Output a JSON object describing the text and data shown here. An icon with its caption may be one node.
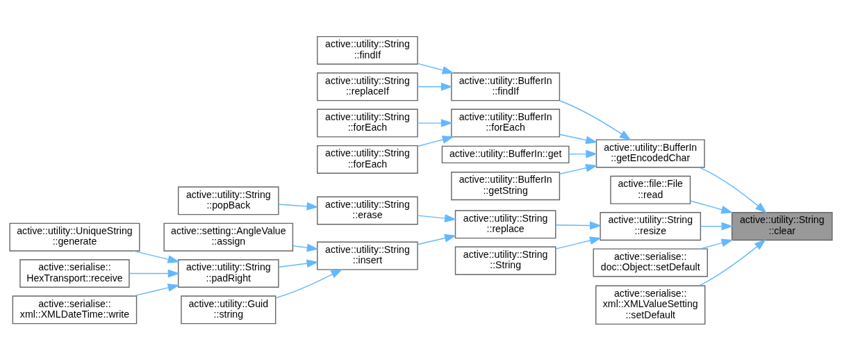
{
  "diagram": {
    "nodes": [
      {
        "text": [
          "active::utility::String ::clear"
        ]
      },
      {
        "text": [
          "active::utility::BufferIn ::getEncodedChar"
        ]
      },
      {
        "text": [
          "active::file::File ::read"
        ]
      },
      {
        "text": [
          "active::utility::String ::resize"
        ]
      },
      {
        "text": [
          "active::serialise:: doc::Object::setDefault"
        ]
      },
      {
        "text": [
          "active::serialise:: xml::XMLValueSetting ::setDefault"
        ]
      },
      {
        "text": [
          "active::utility::BufferIn ::findIf"
        ]
      },
      {
        "text": [
          "active::utility::BufferIn ::forEach"
        ]
      },
      {
        "text": [
          "active::utility::BufferIn::get"
        ]
      },
      {
        "text": [
          "active::utility::BufferIn ::getString"
        ]
      },
      {
        "text": [
          "active::utility::String ::replace"
        ]
      },
      {
        "text": [
          "active::utility::String ::String"
        ]
      },
      {
        "text": [
          "active::utility::String ::findIf"
        ]
      },
      {
        "text": [
          "active::utility::String ::replaceIf"
        ]
      },
      {
        "text": [
          "active::utility::String ::forEach"
        ]
      },
      {
        "text": [
          "active::utility::String ::forEach"
        ]
      },
      {
        "text": [
          "active::utility::String ::erase"
        ]
      },
      {
        "text": [
          "active::utility::String ::insert"
        ]
      },
      {
        "text": [
          "active::utility::String ::popBack"
        ]
      },
      {
        "text": [
          "active::setting::AngleValue ::assign"
        ]
      },
      {
        "text": [
          "active::utility::String ::padRight"
        ]
      },
      {
        "text": [
          "active::utility::Guid ::string"
        ]
      },
      {
        "text": [
          "active::utility::UniqueString ::generate"
        ]
      },
      {
        "text": [
          "active::serialise:: HexTransport::receive"
        ]
      },
      {
        "text": [
          "active::serialise:: xml::XMLDateTime::write"
        ]
      }
    ],
    "edges": [
      {
        "from": 1,
        "to": 0,
        "arrow": "to"
      },
      {
        "from": 2,
        "to": 0,
        "arrow": "to"
      },
      {
        "from": 3,
        "to": 0,
        "arrow": "to"
      },
      {
        "from": 4,
        "to": 0,
        "arrow": "to"
      },
      {
        "from": 5,
        "to": 0,
        "arrow": "to"
      },
      {
        "from": 6,
        "to": 1,
        "arrow": "to"
      },
      {
        "from": 7,
        "to": 1,
        "arrow": "to"
      },
      {
        "from": 8,
        "to": 1,
        "arrow": "to"
      },
      {
        "from": 9,
        "to": 1,
        "arrow": "to"
      },
      {
        "from": 10,
        "to": 3,
        "arrow": "to"
      },
      {
        "from": 11,
        "to": 3,
        "arrow": "to"
      },
      {
        "from": 12,
        "to": 6,
        "arrow": "to"
      },
      {
        "from": 13,
        "to": 6,
        "arrow": "to"
      },
      {
        "from": 14,
        "to": 7,
        "arrow": "to"
      },
      {
        "from": 15,
        "to": 7,
        "arrow": "to"
      },
      {
        "from": 16,
        "to": 10,
        "arrow": "to"
      },
      {
        "from": 17,
        "to": 10,
        "arrow": "to"
      },
      {
        "from": 18,
        "to": 16,
        "arrow": "to"
      },
      {
        "from": 19,
        "to": 17,
        "arrow": "to"
      },
      {
        "from": 20,
        "to": 17,
        "arrow": "to"
      },
      {
        "from": 21,
        "to": 17,
        "arrow": "to"
      },
      {
        "from": 22,
        "to": 20,
        "arrow": "to"
      },
      {
        "from": 23,
        "to": 20,
        "arrow": "to"
      },
      {
        "from": 24,
        "to": 20,
        "arrow": "to"
      }
    ]
  }
}
